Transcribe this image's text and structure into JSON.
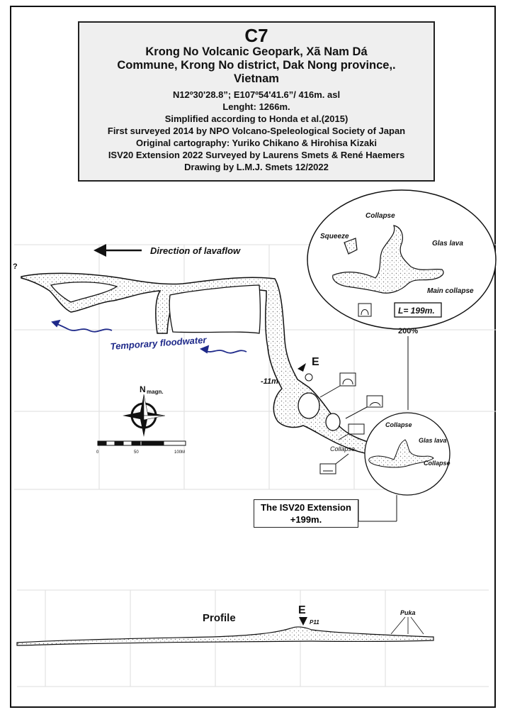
{
  "title": {
    "code": "C7",
    "name_lines": [
      "Krong No Volcanic Geopark, Xã Nam Dá",
      "Commune, Krong No district, Dak Nong province,.",
      "Vietnam"
    ],
    "coordinates": "N12º30'28.8”; E107º54'41.6”/ 416m. asl",
    "length": "Lenght: 1266m.",
    "simplified": "Simplified according to Honda et al.(2015)",
    "first_surveyed": "First surveyed 2014 by NPO Volcano-Speleological Society of Japan",
    "original_cartography": "Original cartography: Yuriko Chikano & Hirohisa Kizaki",
    "extension_survey": "ISV20 Extension 2022 Surveyed by Laurens Smets & René Haemers",
    "drawing": "Drawing by L.M.J. Smets 12/2022"
  },
  "plan": {
    "unknown_end": "?",
    "lavaflow_label": "Direction of lavaflow",
    "floodwater_label": "Temporary floodwater",
    "entrance": "E",
    "depth": "-11m.",
    "collapse_label": "Collapse"
  },
  "north_arrow": {
    "label": "N",
    "sub": "magn."
  },
  "scale_bar": {
    "zero": "0",
    "mid": "50",
    "end": "100M"
  },
  "detail_large": {
    "labels": [
      "Collapse",
      "Squeeze",
      "Glas lava",
      "Main collapse"
    ],
    "length": "L= 199m.",
    "zoom": "200%"
  },
  "detail_small": {
    "labels": [
      "Collapse",
      "Glas lava",
      "Collapse"
    ]
  },
  "extension_box": {
    "line1": "The ISV20 Extension",
    "line2": "+199m."
  },
  "profile": {
    "title": "Profile",
    "entrance": "E",
    "pit": "P11",
    "puka": "Puka"
  },
  "colors": {
    "floodwater": "#1f2a8a",
    "frame": "#111111",
    "title_bg": "#efefef",
    "grid": "#d8d8d8"
  }
}
